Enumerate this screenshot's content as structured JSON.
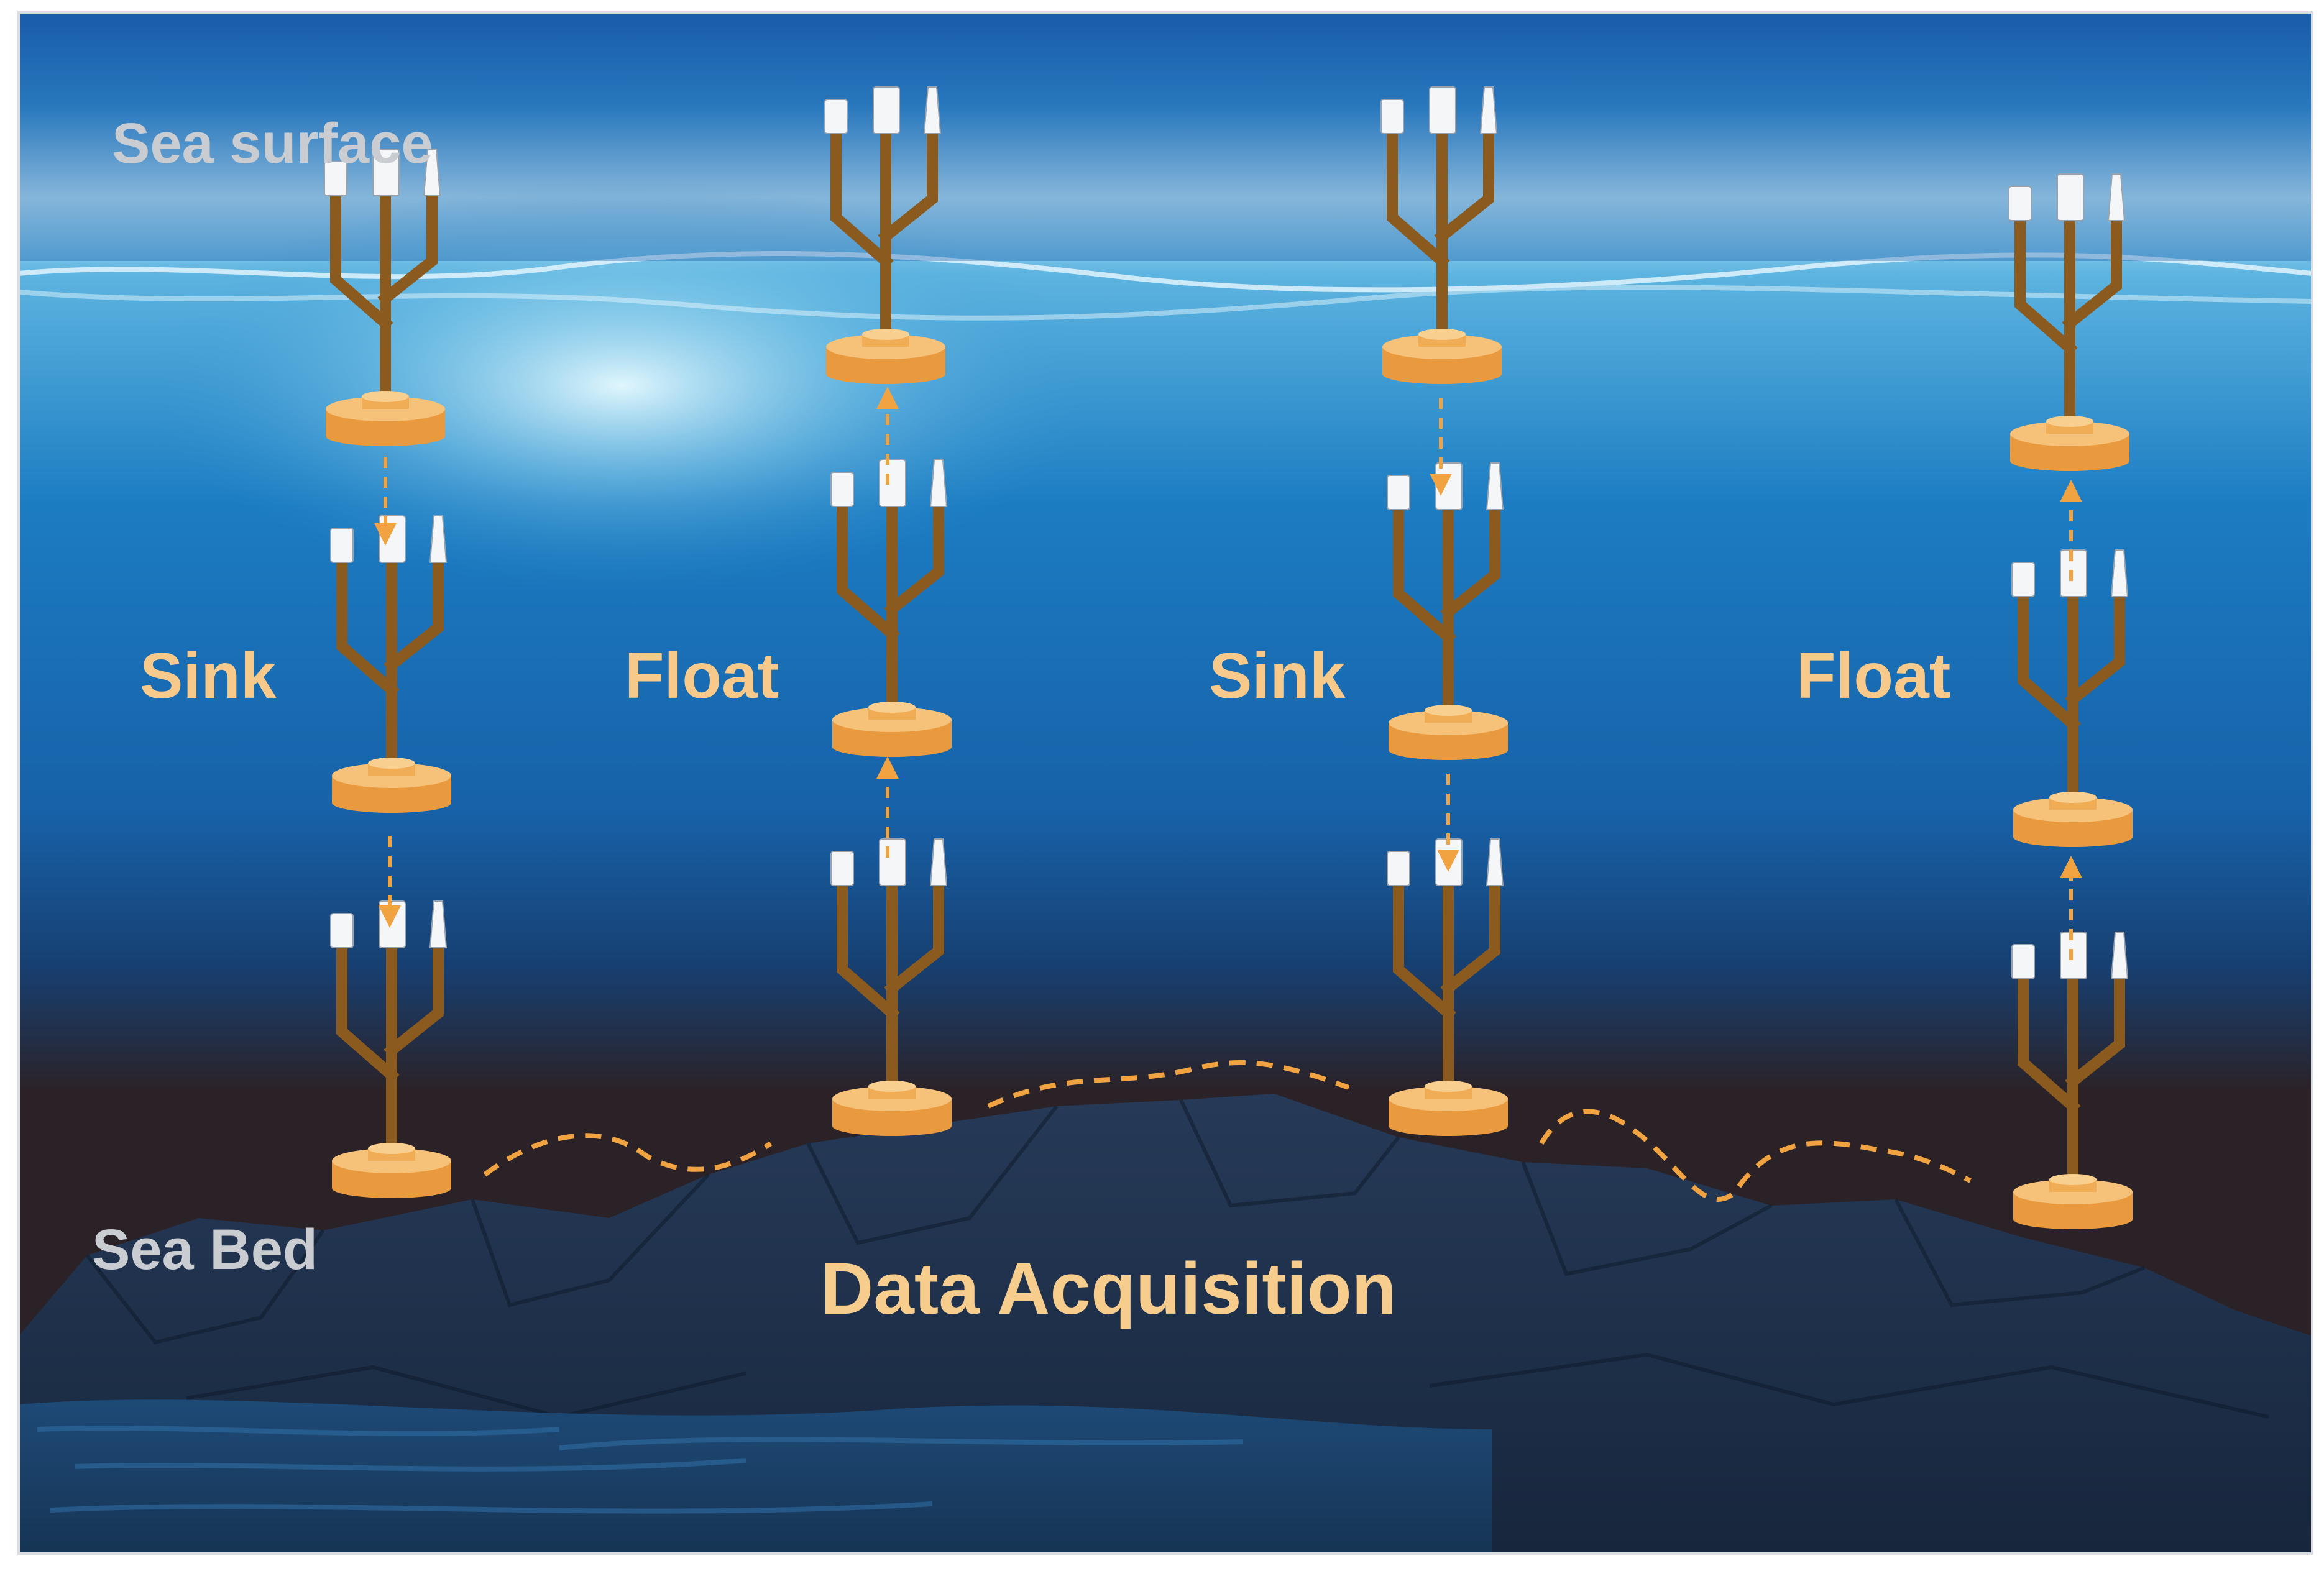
{
  "labels": {
    "sea_surface": "Sea surface",
    "sea_bed": "Sea Bed",
    "data_acquisition": "Data Acquisition"
  },
  "phases": [
    {
      "label": "Sink",
      "direction": "down"
    },
    {
      "label": "Float",
      "direction": "up"
    },
    {
      "label": "Sink",
      "direction": "down"
    },
    {
      "label": "Float",
      "direction": "up"
    }
  ],
  "colors": {
    "ocean_top": "#1a5ca8",
    "ocean_mid": "#1a6fb3",
    "ocean_deep": "#2b2227",
    "rock": "#1f3350",
    "trunk": "#8b5a1e",
    "base": "#f3b15c",
    "path": "#f0a340",
    "phase_text": "#f7c98a",
    "zone_text": "#c9ccd1"
  },
  "icons": {
    "robot": "branching-sensor-float-icon",
    "sensors": [
      "cylinder-sensor",
      "tall-cylinder-sensor",
      "cone-sensor"
    ]
  }
}
